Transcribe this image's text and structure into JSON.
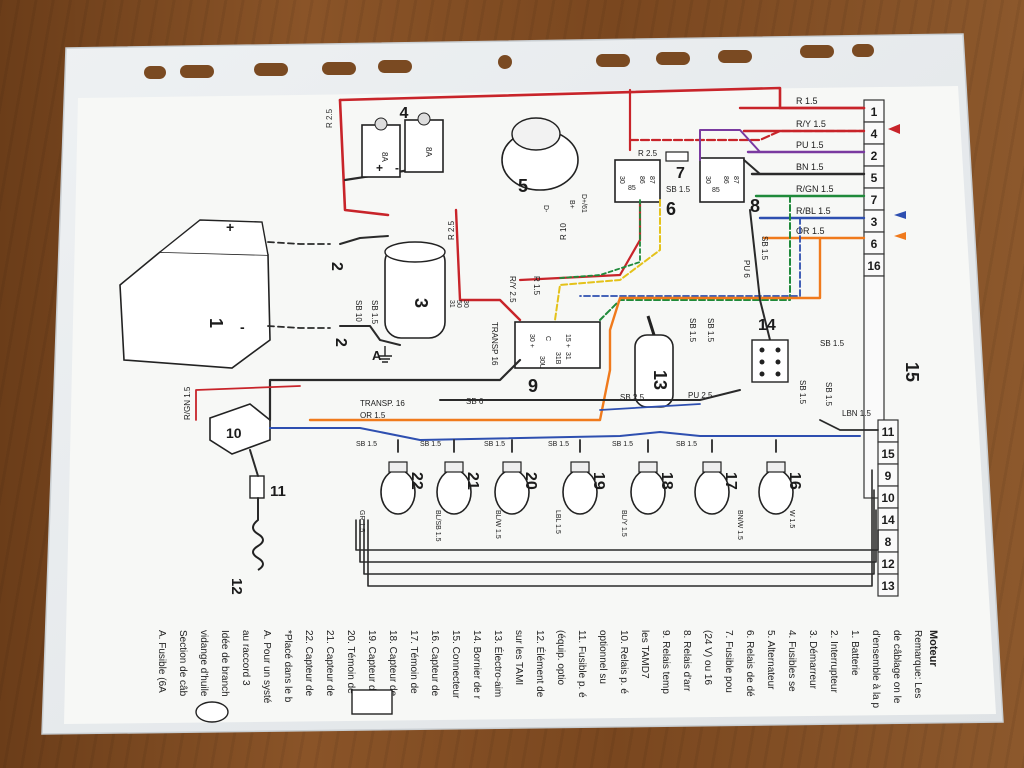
{
  "colors": {
    "red": "#c8242a",
    "black": "#2a2a2a",
    "blue": "#2e4fb0",
    "orange": "#f07a1c",
    "green": "#1f8a3a",
    "yellow": "#e4c21a",
    "purple": "#7a3aa0",
    "paper": "#f6f7f5",
    "sleeve": "#e8ebee"
  },
  "components": {
    "c1": "1",
    "c2a": "2",
    "c2b": "2",
    "c3": "3",
    "c4": "4",
    "c5": "5",
    "c6": "6",
    "c7": "7",
    "c8": "8",
    "c9": "9",
    "c10": "10",
    "c11": "11",
    "c12": "12",
    "c13": "13",
    "c14": "14",
    "c15": "15",
    "c16": "16",
    "c17": "17",
    "c18": "18",
    "c19": "19",
    "c20": "20",
    "c21": "21",
    "c22": "22",
    "cA": "A"
  },
  "terminals_top": [
    "1",
    "4",
    "2",
    "5",
    "7",
    "3",
    "6",
    "16"
  ],
  "terminals_bottom": [
    "11",
    "15",
    "9",
    "10",
    "14",
    "8",
    "12",
    "13"
  ],
  "fuse_labels": {
    "f1": "8A",
    "f2": "8A"
  },
  "pin_labels": {
    "p_plus": "+",
    "p_minus": "-",
    "p_plus2": "+",
    "p_minus2": "-",
    "d_plus": "D+/61",
    "b_plus": "B+",
    "d_minus": "D-",
    "p30a": "30",
    "p85a": "85",
    "p86a": "86",
    "p87a": "87",
    "p30b": "30",
    "p85b": "85",
    "p86b": "86",
    "p87b": "87",
    "p30c": "30",
    "p50c": "50",
    "p31c": "31",
    "p30d": "30 +",
    "p15d": "15 +",
    "p31bd": "31B",
    "p31d": "31",
    "p30ud": "30U",
    "c_pin": "C"
  },
  "wire_labels": {
    "w_r15": "R 1.5",
    "w_ry15": "R/Y 1.5",
    "w_pu15": "PU 1.5",
    "w_bn15": "BN 1.5",
    "w_rgn15": "R/GN 1.5",
    "w_rbl15": "R/BL 1.5",
    "w_or15": "OR 1.5",
    "w_r25a": "R 2.5",
    "w_r25b": "R 2.5",
    "w_r25c": "R 2.5",
    "w_r10": "R 10",
    "w_sb10": "SB 10",
    "w_sb15a": "SB 1.5",
    "w_sb15b": "SB 1.5",
    "w_sb15c": "SB 1.5",
    "w_sb15d": "SB 1.5",
    "w_sb15e": "SB 1.5",
    "w_sb15f": "SB 1.5",
    "w_sb15g": "SB 1.5",
    "w_sb15h": "SB 1.5",
    "w_sb15i": "SB 1.5",
    "w_sb15j": "SB 1.5",
    "w_sb15k": "SB 1.5",
    "w_sb15l": "SB 1.5",
    "w_sb15m": "SB 1.5",
    "w_sb25": "SB 2.5",
    "w_sb6": "SB 6",
    "w_pu6": "PU 6",
    "w_pu25": "PU 2.5",
    "w_ry25": "R/Y 2.5",
    "w_r15b": "R 1.5",
    "w_lbn15": "LBN 1.5",
    "w_rgn15b": "R/GN 1.5",
    "w_or15b": "OR 1.5",
    "w_transp16a": "TRANSP. 16",
    "w_transp16b": "TRANSP 16",
    "w_gr15": "GR 1.5",
    "w_blsb15": "BL/SB 1.5",
    "w_blw15": "BL/W 1.5",
    "w_lbl15": "LBL 1.5",
    "w_bly15": "BL/Y 1.5",
    "w_bnw15": "BN/W 1.5",
    "w_w15": "W 1.5"
  },
  "legend": {
    "heading": "Moteur",
    "lines": [
      "Remarque: Les",
      "de câblage on le",
      "d'ensemble à la p",
      "1.  Batterie",
      "2.  Interrupteur",
      "3.  Démarreur",
      "4.  Fusibles se",
      "5.  Alternateur",
      "6.  Relais de dé",
      "7.  Fusible pou",
      "     (24 V) ou 16",
      "8.  Relais d'arr",
      "9.  Relais temp",
      "     les TAMD7",
      "10. Relais p. é",
      "     optionnel su",
      "11. Fusible p. é",
      "     (équip. optio",
      "12. Élément de",
      "     sur les TAMI",
      "13. Électro-aim",
      "14. Bornier de r",
      "15. Connecteur",
      "16. Capteur de",
      "17. Témoin de",
      "18. Capteur de",
      "19. Capteur de",
      "20. Témoin de",
      "21. Capteur de",
      "22. Capteur de",
      "*Placé dans le b",
      "A.  Pour un systé",
      "     au raccord 3",
      "Idée de branch",
      "vidange d'huile",
      "Section de câb",
      "A.  Fusible (6A"
    ]
  }
}
